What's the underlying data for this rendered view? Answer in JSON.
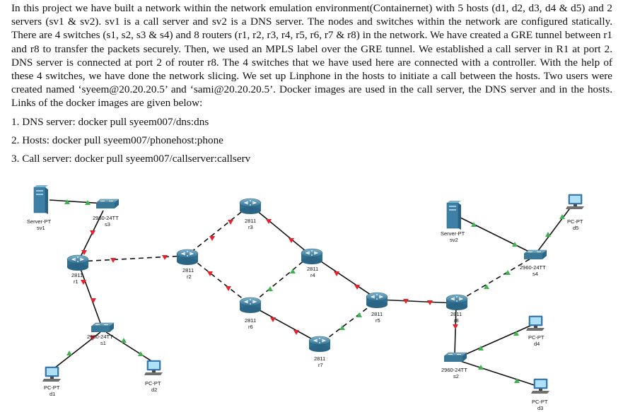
{
  "paragraph": "In this project we have built a network within the network emulation environment(Containernet) with 5 hosts (d1, d2, d3, d4 & d5) and 2 servers (sv1 & sv2). sv1 is a call server and sv2 is a DNS server. The nodes and switches within the network are configured statically. There are 4 switches (s1, s2, s3 & s4) and 8 routers (r1, r2, r3, r4, r5, r6, r7 & r8) in the network. We have created a GRE tunnel between r1 and r8 to transfer the packets securely. Then, we used an MPLS label over the GRE tunnel. We established a call server in R1 at port 2. DNS server is connected at port 2 of router r8. The 4 switches that we have used here are connected with a controller. With the help of these 4 switches, we have done the network slicing. We set up Linphone in the hosts to initiate a call between the hosts. Two users were created named ‘syeem@20.20.20.5’ and ‘sami@20.20.20.5’. Docker images are used in the call server, the DNS server and in the hosts. Links of the docker images are given below:",
  "list": [
    "1. DNS server: docker pull syeem007/dns:dns",
    "2. Hosts: docker pull syeem007/phonehost:phone",
    "3. Call server: docker pull syeem007/callserver:callserv"
  ],
  "diagram": {
    "nodes": {
      "sv1": {
        "model": "Server-PT",
        "name": "sv1"
      },
      "sv2": {
        "model": "Server-PT",
        "name": "sv2"
      },
      "s1": {
        "model": "2960-24TT",
        "name": "s1"
      },
      "s2": {
        "model": "2960-24TT",
        "name": "s2"
      },
      "s3": {
        "model": "2960-24TT",
        "name": "s3"
      },
      "s4": {
        "model": "2960-24TT",
        "name": "s4"
      },
      "r1": {
        "model": "2811",
        "name": "r1"
      },
      "r2": {
        "model": "2811",
        "name": "r2"
      },
      "r3": {
        "model": "2811",
        "name": "r3"
      },
      "r4": {
        "model": "2811",
        "name": "r4"
      },
      "r5": {
        "model": "2811",
        "name": "r5"
      },
      "r6": {
        "model": "2811",
        "name": "r6"
      },
      "r7": {
        "model": "2811",
        "name": "r7"
      },
      "r8": {
        "model": "2811",
        "name": "r8"
      },
      "d1": {
        "model": "PC-PT",
        "name": "d1"
      },
      "d2": {
        "model": "PC-PT",
        "name": "d2"
      },
      "d3": {
        "model": "PC-PT",
        "name": "d3"
      },
      "d4": {
        "model": "PC-PT",
        "name": "d4"
      },
      "d5": {
        "model": "PC-PT",
        "name": "d5"
      }
    },
    "colors": {
      "router": "#3f7f9f",
      "switch": "#4a86a8",
      "server": "#3e7fa6",
      "pc": "#3b7fb8",
      "link_up": "#3fb34f",
      "link_down": "#e8202a",
      "line": "#111111"
    }
  }
}
